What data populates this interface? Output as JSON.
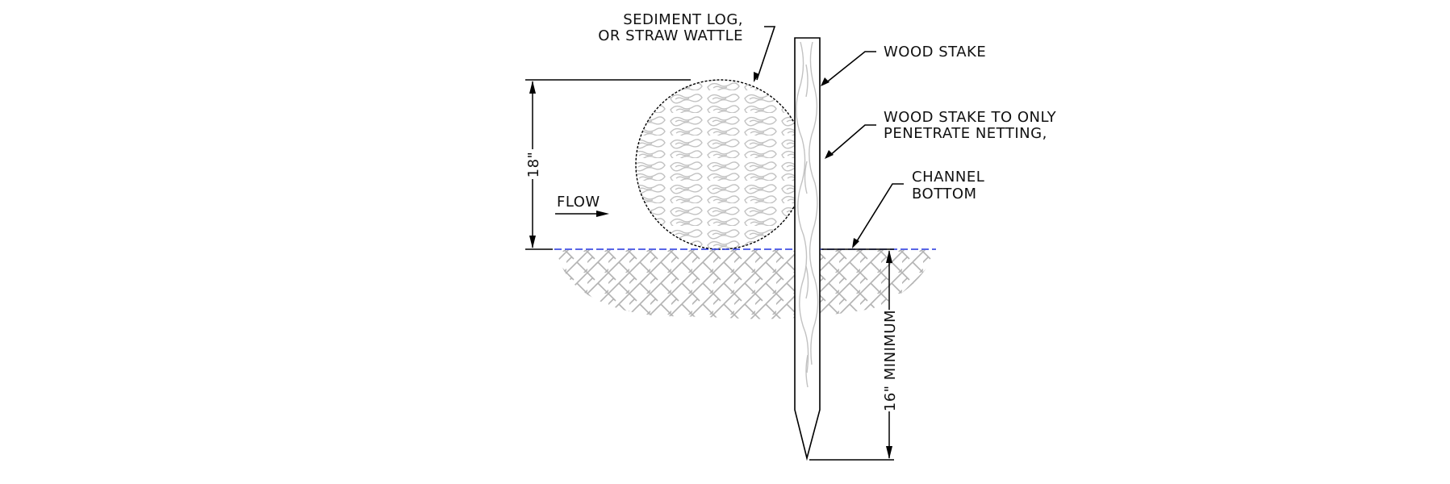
{
  "labels": {
    "sediment_log_line1": "SEDIMENT LOG,",
    "sediment_log_line2": "OR STRAW WATTLE",
    "wood_stake": "WOOD STAKE",
    "netting_line1": "WOOD STAKE TO ONLY",
    "netting_line2": "PENETRATE NETTING,",
    "channel_line1": "CHANNEL",
    "channel_line2": "BOTTOM",
    "flow": "FLOW",
    "height_dim": "18\"",
    "depth_dim": "16\" MINIMUM"
  },
  "colors": {
    "ground_line": "#2233dd",
    "hatch": "#b3b3b3",
    "linework": "#000000"
  }
}
